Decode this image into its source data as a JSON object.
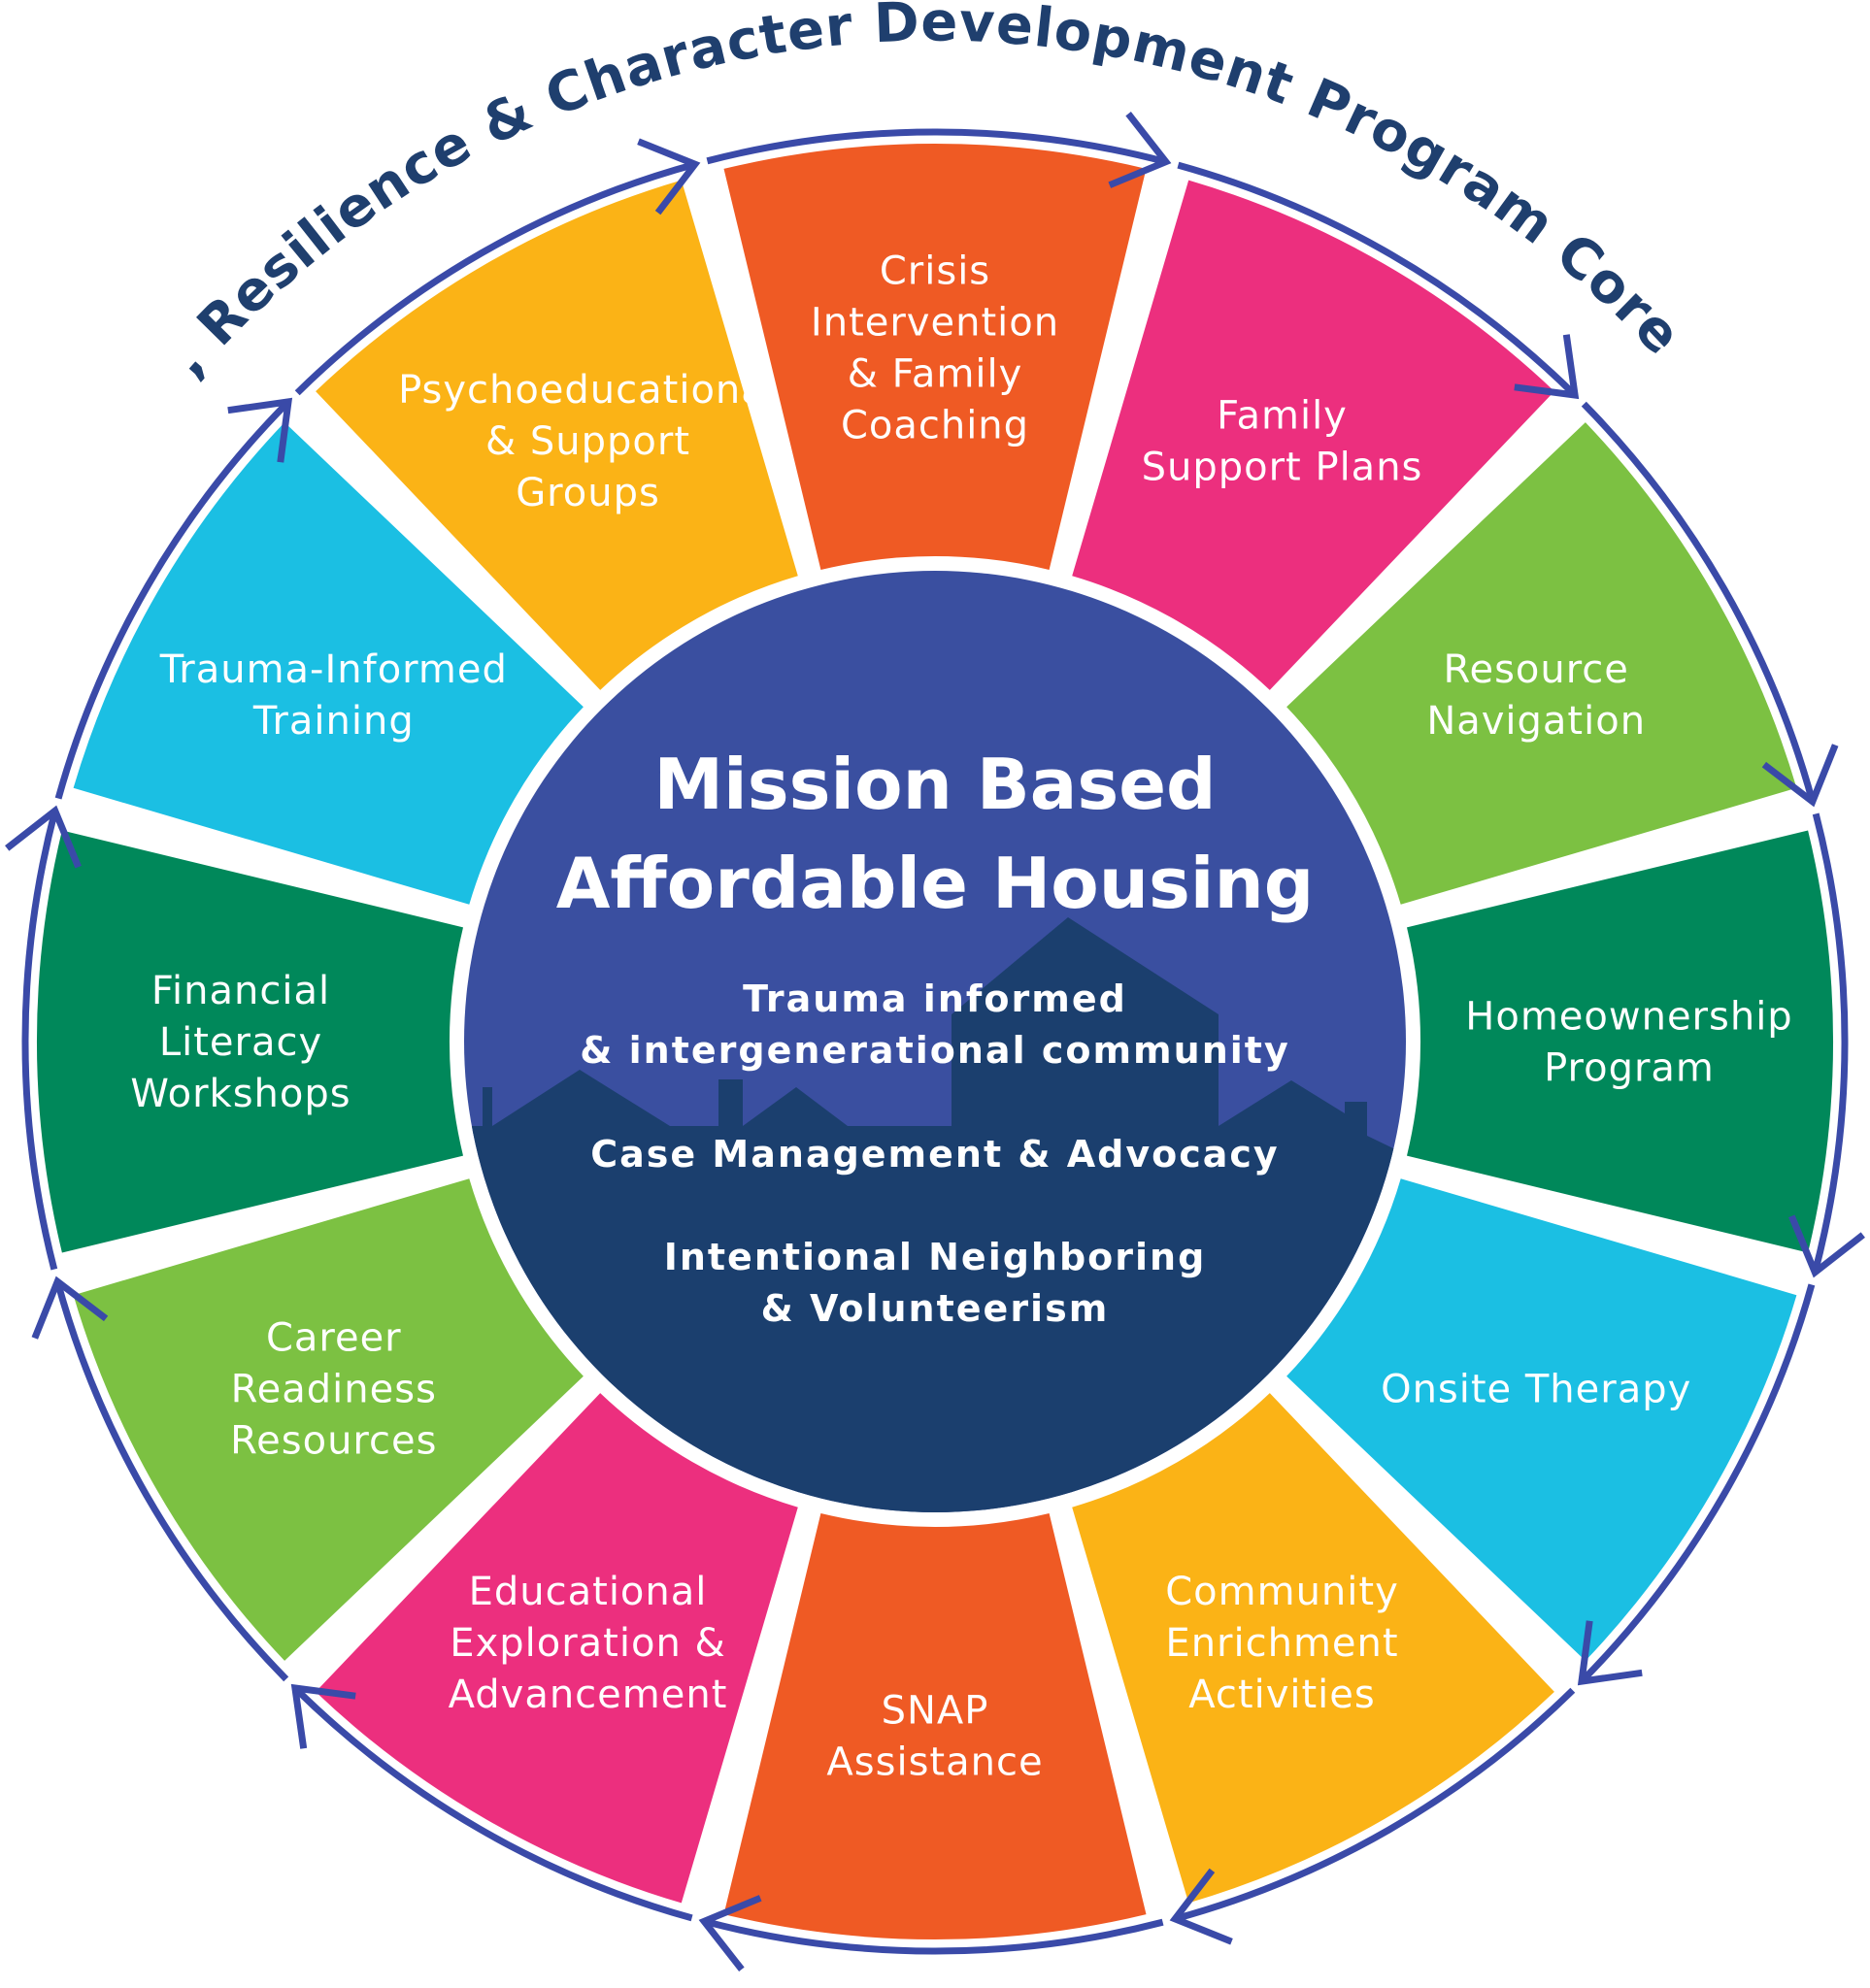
{
  "title": "Wellness, Resilience & Character Development Program Core Services:",
  "center": {
    "title_lines": [
      "Mission Based",
      "Affordable Housing"
    ],
    "items": [
      [
        "Trauma informed",
        "& intergenerational community"
      ],
      [
        "Case Management & Advocacy"
      ],
      [
        "Intentional Neighboring",
        "& Volunteerism"
      ]
    ]
  },
  "segments": [
    {
      "label": [
        "Crisis",
        "Intervention",
        "& Family",
        "Coaching"
      ],
      "color": "#ef5a24"
    },
    {
      "label": [
        "Family",
        "Support Plans"
      ],
      "color": "#ec2f7e"
    },
    {
      "label": [
        "Resource",
        "Navigation"
      ],
      "color": "#7cc142"
    },
    {
      "label": [
        "Homeownership",
        "Program"
      ],
      "color": "#00885a"
    },
    {
      "label": [
        "Onsite Therapy"
      ],
      "color": "#1bbfe3"
    },
    {
      "label": [
        "Community",
        "Enrichment",
        "Activities"
      ],
      "color": "#fbb316"
    },
    {
      "label": [
        "SNAP",
        "Assistance"
      ],
      "color": "#ef5a24"
    },
    {
      "label": [
        "Educational",
        "Exploration &",
        "Advancement"
      ],
      "color": "#ec2f7e"
    },
    {
      "label": [
        "Career",
        "Readiness",
        "Resources"
      ],
      "color": "#7cc142"
    },
    {
      "label": [
        "Financial",
        "Literacy",
        "Workshops"
      ],
      "color": "#00885a"
    },
    {
      "label": [
        "Trauma-Informed",
        "Training"
      ],
      "color": "#1bbfe3"
    },
    {
      "label": [
        "Psychoeducational",
        "& Support",
        "Groups"
      ],
      "color": "#fbb316"
    }
  ],
  "colors": {
    "hub": "#3a4fa0",
    "hub_dark": "#1b3f6e",
    "arc_line": "#3a4aa8",
    "title_text": "#1f3f6e"
  }
}
